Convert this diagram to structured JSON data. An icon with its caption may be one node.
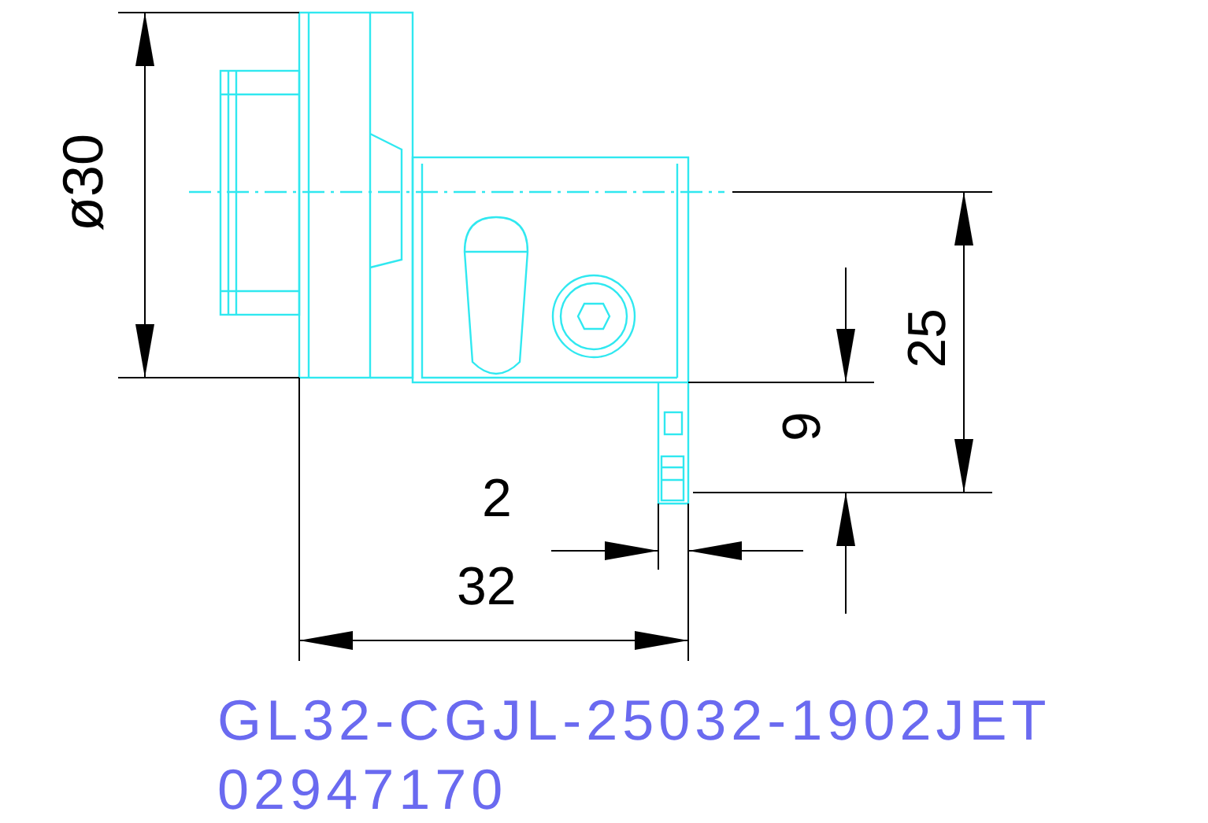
{
  "diagram": {
    "labels": [
      "ø30",
      "2",
      "32",
      "9",
      "25",
      "GL32-CGJL-25032-1902JET",
      "02947170"
    ]
  }
}
